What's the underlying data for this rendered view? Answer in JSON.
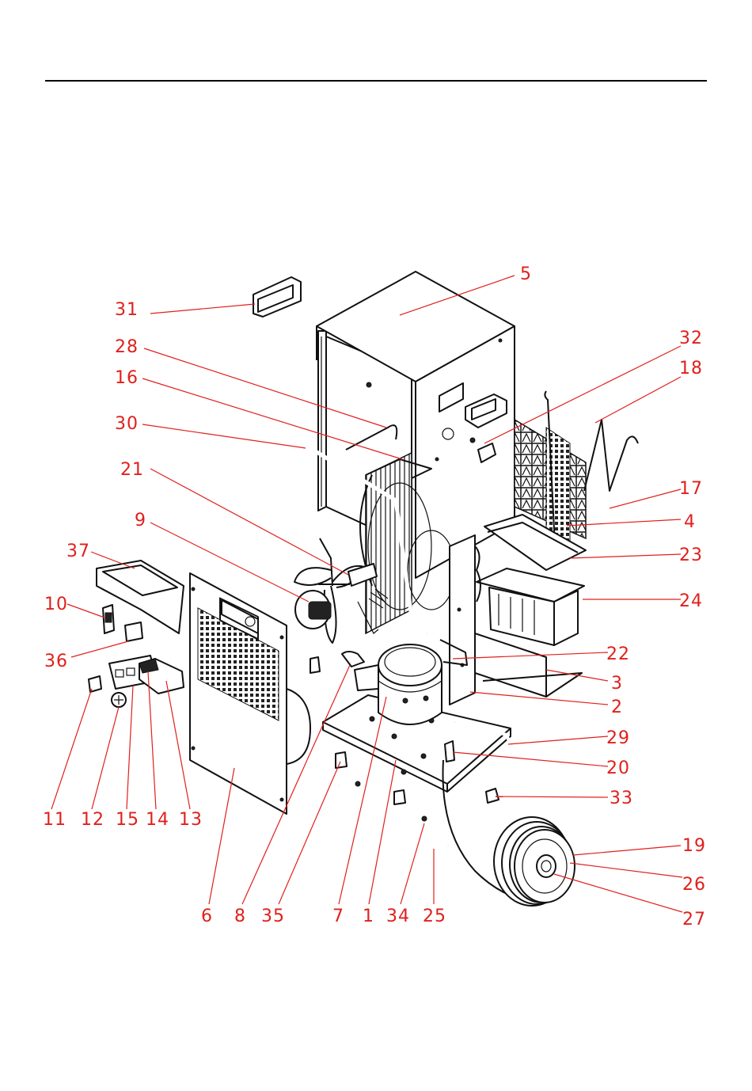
{
  "diagram": {
    "type": "exploded-parts-view",
    "label_color": "#e0201c",
    "line_color": "#111111",
    "callouts": [
      "5",
      "31",
      "28",
      "16",
      "30",
      "21",
      "9",
      "37",
      "10",
      "36",
      "11",
      "12",
      "15",
      "14",
      "13",
      "32",
      "18",
      "17",
      "4",
      "23",
      "24",
      "22",
      "3",
      "2",
      "29",
      "20",
      "33",
      "19",
      "26",
      "27",
      "6",
      "8",
      "35",
      "7",
      "1",
      "34",
      "25"
    ]
  }
}
